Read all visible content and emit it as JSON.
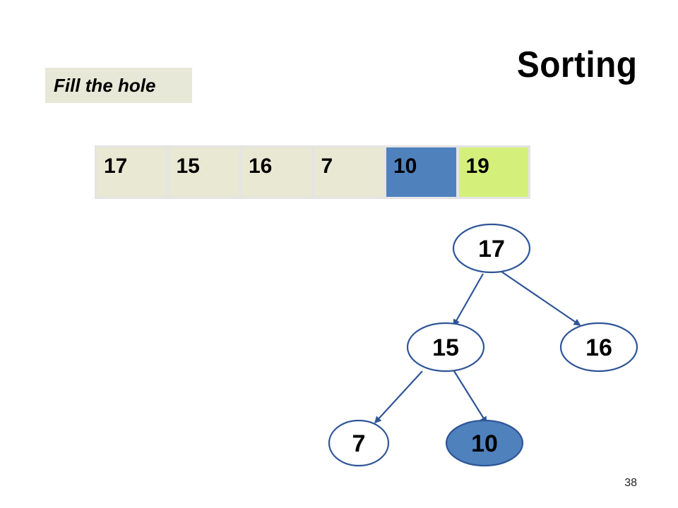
{
  "slide": {
    "title": "Sorting",
    "callout": "Fill the hole",
    "page_number": "38"
  },
  "array": [
    {
      "value": "17",
      "state": "normal"
    },
    {
      "value": "15",
      "state": "normal"
    },
    {
      "value": "16",
      "state": "normal"
    },
    {
      "value": "7",
      "state": "normal"
    },
    {
      "value": "10",
      "state": "hole"
    },
    {
      "value": "19",
      "state": "sorted"
    }
  ],
  "tree": {
    "nodes": [
      {
        "id": "n0",
        "value": "17",
        "state": "normal"
      },
      {
        "id": "n1",
        "value": "15",
        "state": "normal"
      },
      {
        "id": "n2",
        "value": "16",
        "state": "normal"
      },
      {
        "id": "n3",
        "value": "7",
        "state": "normal"
      },
      {
        "id": "n4",
        "value": "10",
        "state": "hole"
      }
    ],
    "edges": [
      {
        "from": "n0",
        "to": "n1"
      },
      {
        "from": "n0",
        "to": "n2"
      },
      {
        "from": "n1",
        "to": "n3"
      },
      {
        "from": "n1",
        "to": "n4"
      }
    ]
  },
  "colors": {
    "cell_fill": "#e9e8d3",
    "hole_fill": "#4f81bd",
    "sorted_fill": "#d4f07a",
    "node_fill": "#ffffff",
    "node_stroke": "#2f5597",
    "edge_stroke": "#2f5597",
    "callout_fill": "#e8e8d8"
  }
}
